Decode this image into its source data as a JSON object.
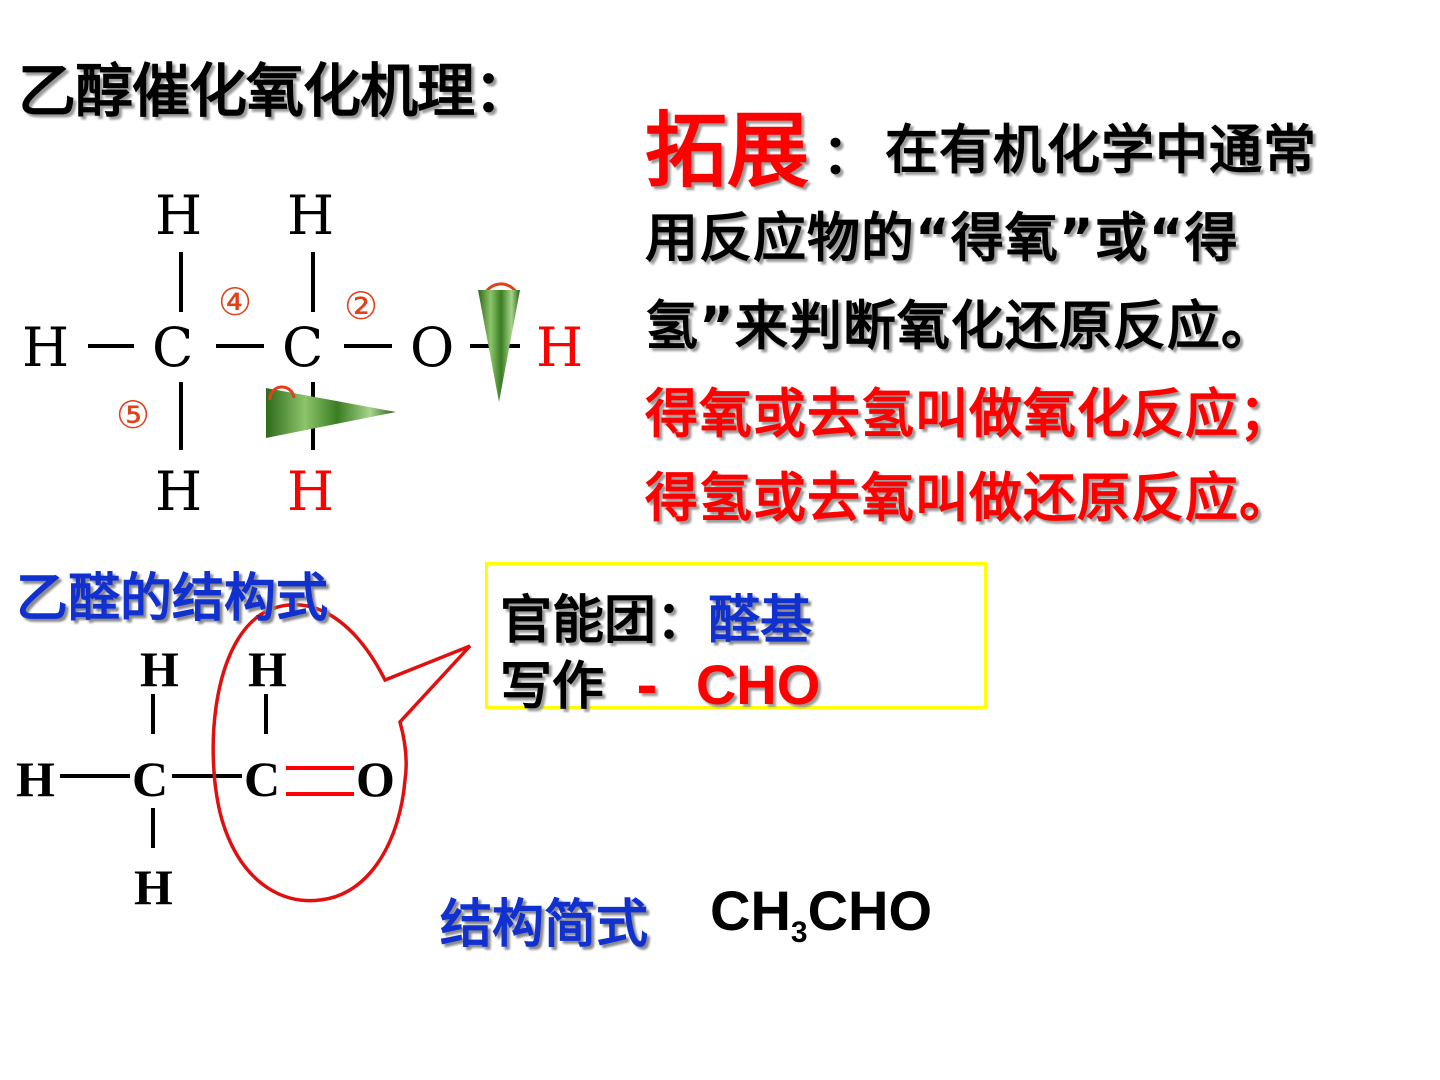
{
  "title": "乙醇催化氧化机理：",
  "extension": {
    "heading": "拓展",
    "colon": "：",
    "line1": "在有机化学中通常",
    "line2": "用反应物的“得氧”或“得",
    "line3": "氢”来判断氧化还原反应。",
    "line4": "得氧或去氢叫做氧化反应；",
    "line5": "得氢或去氧叫做还原反应。"
  },
  "ethanol": {
    "atoms": {
      "h_top1": "H",
      "h_top2": "H",
      "h_left": "H",
      "c1": "C",
      "c2": "C",
      "o": "O",
      "h_right": "H",
      "h_bot1": "H",
      "h_bot2": "H"
    },
    "bond_labels": {
      "b4": "④",
      "b2": "②",
      "b5": "⑤"
    }
  },
  "acetaldehyde": {
    "heading": "乙醛的结构式",
    "atoms": {
      "h_top1": "H",
      "h_top2": "H",
      "h_left": "H",
      "c1": "C",
      "c2": "C",
      "o": "O",
      "h_bot": "H"
    }
  },
  "functional_group": {
    "label": "官能团：",
    "name": "醛基",
    "write_label": "写作",
    "dash": "-",
    "formula": "CHO"
  },
  "simple_formula": {
    "label": "结构简式",
    "part1": "CH",
    "sub": "3",
    "part2": "CHO"
  },
  "colors": {
    "red": "#ff0000",
    "blue": "#1030d0",
    "box_border": "#ffff00",
    "label_orange": "#e0401a"
  }
}
